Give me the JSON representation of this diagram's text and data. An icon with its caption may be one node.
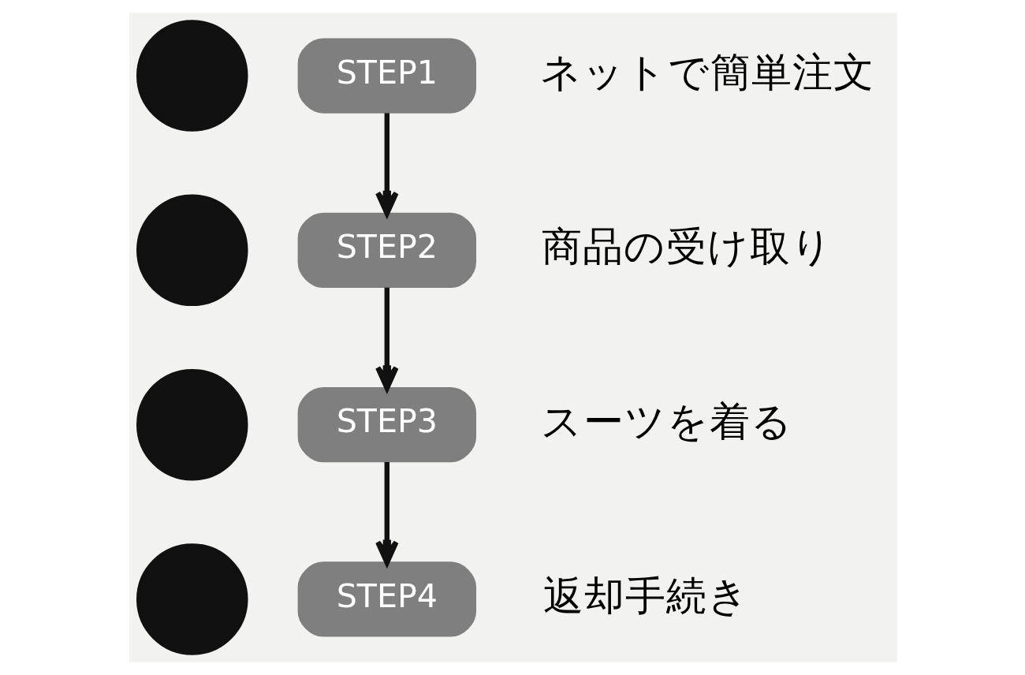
{
  "diagram": {
    "nodes": [
      {
        "text": [],
        "shape": "circle"
      },
      {
        "text": [
          "STEP1"
        ],
        "beside": [
          "ネットで簡単注文"
        ]
      },
      {
        "text": [],
        "shape": "circle"
      },
      {
        "text": [
          "STEP2"
        ],
        "beside": [
          "商品の受け取り"
        ]
      },
      {
        "text": [],
        "shape": "circle"
      },
      {
        "text": [
          "STEP3"
        ],
        "beside": [
          "スーツを着る"
        ]
      },
      {
        "text": [],
        "shape": "circle"
      },
      {
        "text": [
          "STEP4"
        ],
        "beside": [
          "返却手続き"
        ]
      }
    ],
    "edges": [
      {
        "from": 1,
        "to": 3,
        "arrow": "to"
      },
      {
        "from": 3,
        "to": 5,
        "arrow": "to"
      },
      {
        "from": 5,
        "to": 7,
        "arrow": "to"
      }
    ]
  }
}
